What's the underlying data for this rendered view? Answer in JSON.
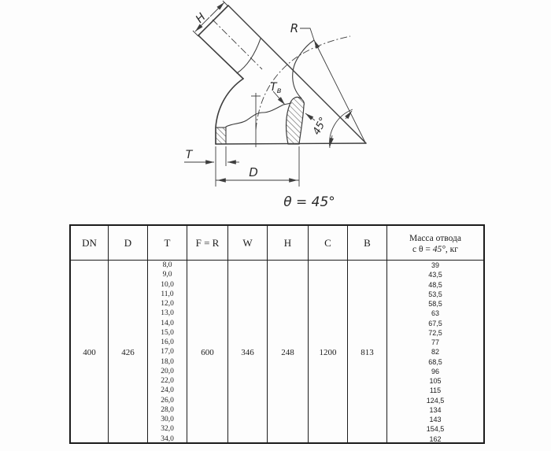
{
  "diagram": {
    "labels": {
      "h": "H",
      "r": "R",
      "t": "T",
      "tv_main": "T",
      "tv_sub": "в",
      "d": "D",
      "angle": "45°",
      "caption": "θ = 45°"
    },
    "line_color": "#3d3d3d"
  },
  "table": {
    "headers": [
      "DN",
      "D",
      "T",
      "F = R",
      "W",
      "H",
      "C",
      "B"
    ],
    "mass_header": {
      "line1": "Масса отвода",
      "line2_prefix": "с θ = ",
      "line2_angle": "45°",
      "line2_suffix": ", кг"
    },
    "row": {
      "dn": "400",
      "d": "426",
      "f_r": "600",
      "w": "346",
      "h": "248",
      "c": "1200",
      "b": "813"
    },
    "t_values": [
      "8,0",
      "9,0",
      "10,0",
      "11,0",
      "12,0",
      "13,0",
      "14,0",
      "15,0",
      "16,0",
      "17,0",
      "18,0",
      "20,0",
      "22,0",
      "24,0",
      "26,0",
      "28,0",
      "30,0",
      "32,0",
      "34,0"
    ],
    "mass_values": [
      "39",
      "43,5",
      "48,5",
      "53,5",
      "58,5",
      "63",
      "67,5",
      "72,5",
      "77",
      "82",
      "68,5",
      "96",
      "105",
      "115",
      "124,5",
      "134",
      "143",
      "154,5",
      "162"
    ]
  }
}
